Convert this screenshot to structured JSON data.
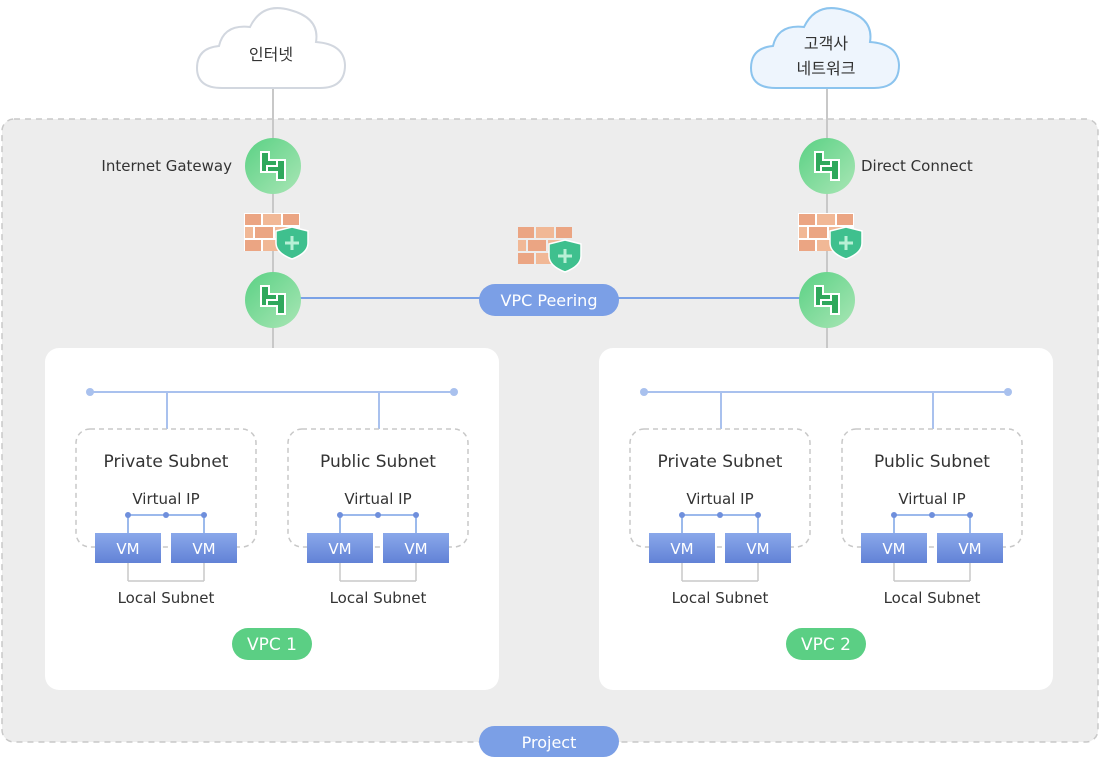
{
  "clouds": {
    "internet": [
      "인터넷"
    ],
    "customer": [
      "고객사",
      "네트워크"
    ]
  },
  "gateways": {
    "internet_gateway": "Internet Gateway",
    "direct_connect": "Direct Connect"
  },
  "peering_label": "VPC Peering",
  "project_label": "Project",
  "vpcs": [
    {
      "label": "VPC 1",
      "subnets": [
        {
          "title": "Private Subnet",
          "virtual_ip": "Virtual IP",
          "vms": [
            "VM",
            "VM"
          ],
          "local_subnet": "Local Subnet"
        },
        {
          "title": "Public Subnet",
          "virtual_ip": "Virtual IP",
          "vms": [
            "VM",
            "VM"
          ],
          "local_subnet": "Local Subnet"
        }
      ]
    },
    {
      "label": "VPC 2",
      "subnets": [
        {
          "title": "Private Subnet",
          "virtual_ip": "Virtual IP",
          "vms": [
            "VM",
            "VM"
          ],
          "local_subnet": "Local Subnet"
        },
        {
          "title": "Public Subnet",
          "virtual_ip": "Virtual IP",
          "vms": [
            "VM",
            "VM"
          ],
          "local_subnet": "Local Subnet"
        }
      ]
    }
  ],
  "colors": {
    "project_bg": "#ededed",
    "line_gray": "#c8c8c8",
    "line_blue": "#7ba2e6",
    "pill_blue": "#7b9fe6",
    "pill_green": "#5bcf84",
    "vm_blue": "#6f8fdc",
    "bus_blue": "#a9c1ee",
    "cloud_customer_fill": "#eef5fd",
    "cloud_customer_stroke": "#8cc4ee",
    "firewall_brick": "#e8a07e",
    "shield_green": "#3fc08e"
  }
}
